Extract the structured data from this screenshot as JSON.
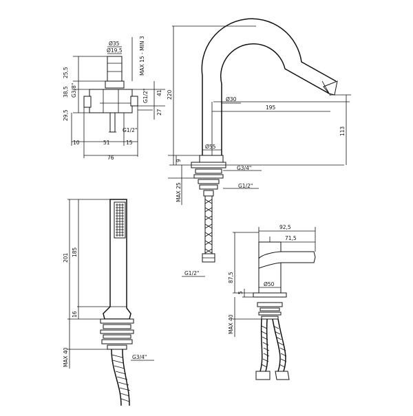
{
  "valve_unit": {
    "dia_35": "Ø35",
    "dia_19_5": "Ø19,5",
    "max_min": "MAX 15 - MIN 3",
    "d_25_5": "25,5",
    "d_38_5": "38,5",
    "d_29_5": "29,5",
    "g3_8": "G3/8\"",
    "g1_2_right": "G1/2\"",
    "d_41": "41",
    "d_27": "27",
    "g1_2_bottom": "G1/2\"",
    "d_10": "10",
    "d_51": "51",
    "d_15": "15",
    "d_76": "76"
  },
  "spout": {
    "d_220": "220",
    "dia_30": "Ø30",
    "d_195": "195",
    "d_113": "113",
    "dia_55": "Ø55",
    "d_9": "9",
    "g3_4": "G3/4\"",
    "max_25": "MAX 25",
    "g1_2_top": "G1/2\"",
    "g1_2_hose": "G1/2\""
  },
  "hand_shower": {
    "d_201": "201",
    "d_185": "185",
    "d_16": "16",
    "max_40": "MAX 40",
    "g3_4": "G3/4\""
  },
  "mixer": {
    "d_92_5": "92,5",
    "d_71_5": "71,5",
    "d_87_5": "87,5",
    "dia_50": "Ø50",
    "d_5": "5",
    "max_40": "MAX 40"
  }
}
